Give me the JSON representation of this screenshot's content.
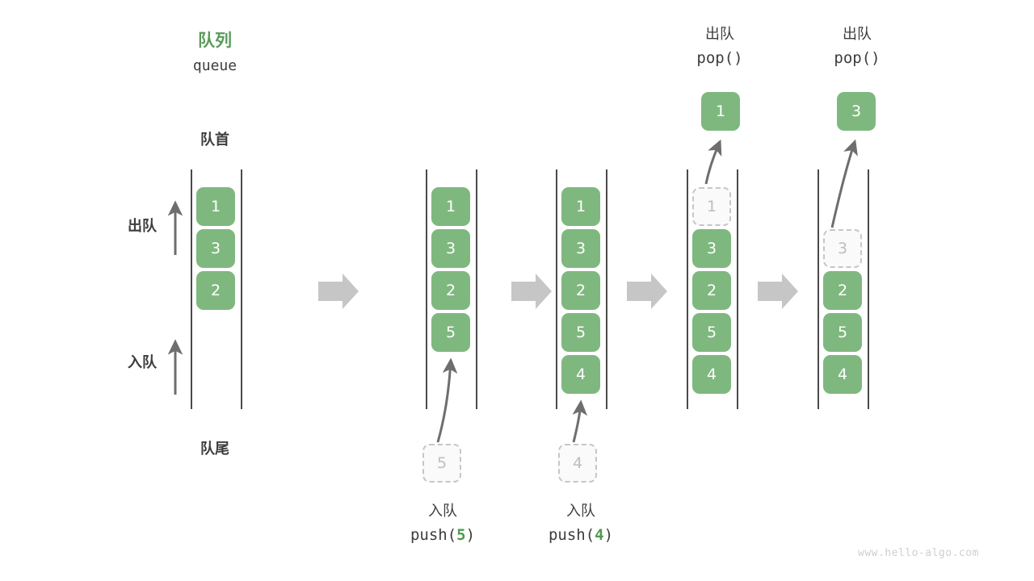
{
  "diagram": {
    "title_cn": "队列",
    "title_en": "queue",
    "head_label": "队首",
    "tail_label": "队尾",
    "dequeue_arrow_label": "出队",
    "enqueue_arrow_label": "入队",
    "watermark": "www.hello-algo.com",
    "colors": {
      "accent_green": "#7fb87f",
      "title_green": "#5a9b5a",
      "text": "#3d3d3d",
      "ghost_border": "#c6c6c6",
      "ghost_text": "#bdbdbd",
      "rail": "#4a4a4a",
      "step_arrow": "#c6c6c6",
      "motion_arrow": "#6e6e6e"
    }
  },
  "panels": [
    {
      "id": "initial",
      "cells": [
        {
          "value": "1",
          "state": "filled"
        },
        {
          "value": "3",
          "state": "filled"
        },
        {
          "value": "2",
          "state": "filled"
        }
      ]
    },
    {
      "id": "after-push-5",
      "cells": [
        {
          "value": "1",
          "state": "filled"
        },
        {
          "value": "3",
          "state": "filled"
        },
        {
          "value": "2",
          "state": "filled"
        },
        {
          "value": "5",
          "state": "filled"
        }
      ],
      "incoming": {
        "value": "5",
        "state": "ghost"
      },
      "op": {
        "cn": "入队",
        "fn": "push(",
        "arg": "5",
        "close": ")"
      }
    },
    {
      "id": "after-push-4",
      "cells": [
        {
          "value": "1",
          "state": "filled"
        },
        {
          "value": "3",
          "state": "filled"
        },
        {
          "value": "2",
          "state": "filled"
        },
        {
          "value": "5",
          "state": "filled"
        },
        {
          "value": "4",
          "state": "filled"
        }
      ],
      "incoming": {
        "value": "4",
        "state": "ghost"
      },
      "op": {
        "cn": "入队",
        "fn": "push(",
        "arg": "4",
        "close": ")"
      }
    },
    {
      "id": "after-pop-1",
      "cells": [
        {
          "value": "1",
          "state": "ghost"
        },
        {
          "value": "3",
          "state": "filled"
        },
        {
          "value": "2",
          "state": "filled"
        },
        {
          "value": "5",
          "state": "filled"
        },
        {
          "value": "4",
          "state": "filled"
        }
      ],
      "outgoing": {
        "value": "1",
        "state": "filled"
      },
      "op": {
        "cn": "出队",
        "fn": "pop(",
        "arg": "",
        "close": ")"
      }
    },
    {
      "id": "after-pop-3",
      "cells": [
        {
          "value": "3",
          "state": "ghost"
        },
        {
          "value": "2",
          "state": "filled"
        },
        {
          "value": "5",
          "state": "filled"
        },
        {
          "value": "4",
          "state": "filled"
        }
      ],
      "outgoing": {
        "value": "3",
        "state": "filled"
      },
      "op": {
        "cn": "出队",
        "fn": "pop(",
        "arg": "",
        "close": ")"
      }
    }
  ],
  "step_arrows": [
    {
      "id": "step-1-2"
    },
    {
      "id": "step-2-3"
    },
    {
      "id": "step-3-4"
    },
    {
      "id": "step-4-5"
    }
  ]
}
